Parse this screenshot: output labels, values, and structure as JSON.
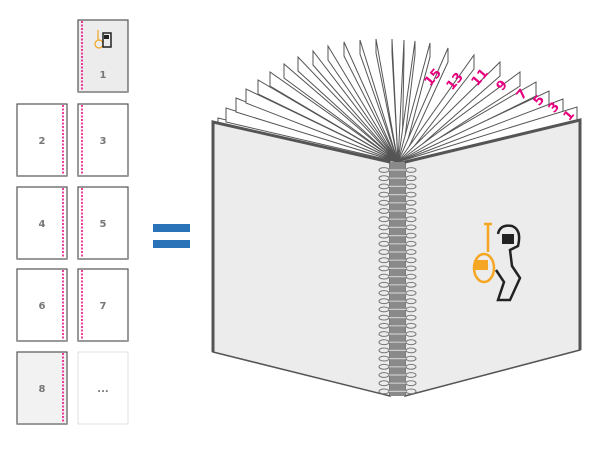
{
  "thumbnails": [
    {
      "label": "1",
      "side": "right",
      "fill": "#ececec",
      "has_logo": true
    },
    {
      "label": "2",
      "side": "left",
      "fill": "#ffffff"
    },
    {
      "label": "3",
      "side": "right",
      "fill": "#ffffff"
    },
    {
      "label": "4",
      "side": "left",
      "fill": "#ffffff"
    },
    {
      "label": "5",
      "side": "right",
      "fill": "#ffffff"
    },
    {
      "label": "6",
      "side": "left",
      "fill": "#ffffff"
    },
    {
      "label": "7",
      "side": "right",
      "fill": "#ffffff"
    },
    {
      "label": "8",
      "side": "left",
      "fill": "#f2f2f2"
    },
    {
      "label": "...",
      "side": "right",
      "fill": "#ffffff",
      "placeholder": true
    }
  ],
  "equals_symbol": "=",
  "fan_page_numbers": [
    "1",
    "3",
    "5",
    "7",
    "9",
    "11",
    "13",
    "15"
  ],
  "colors": {
    "accent_pink": "#e6007e",
    "equals_blue": "#2a73b8",
    "logo_orange": "#f5a623",
    "cover": "#ececec",
    "spine": "#8a8a8a"
  }
}
